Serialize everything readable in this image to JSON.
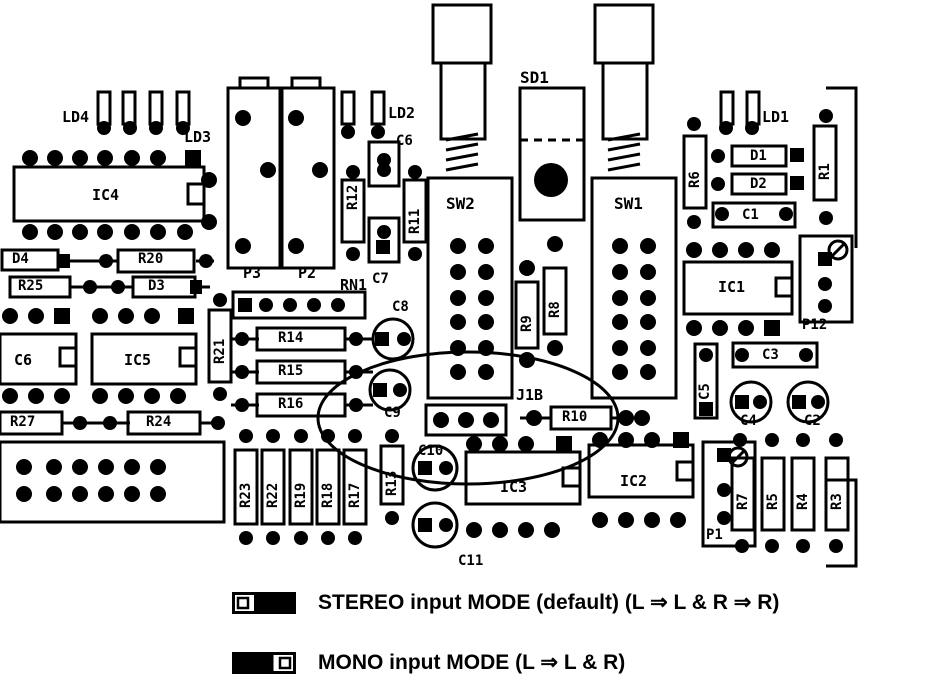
{
  "board_labels": {
    "LD4": "LD4",
    "LD3": "LD3",
    "LD2": "LD2",
    "LD1": "LD1",
    "SD1": "SD1",
    "SW2": "SW2",
    "SW1": "SW1",
    "IC4": "IC4",
    "IC5": "IC5",
    "IC6": "C6",
    "IC1": "IC1",
    "IC2": "IC2",
    "IC3": "IC3",
    "P3": "P3",
    "P2": "P2",
    "P1": "P1",
    "P12": "P12",
    "RN1": "RN1",
    "J1B": "J1B",
    "R1": "R1",
    "R3": "R3",
    "R4": "R4",
    "R5": "R5",
    "R6": "R6",
    "R7": "R7",
    "R8": "R8",
    "R9": "R9",
    "R10": "R10",
    "R11": "R11",
    "R12": "R12",
    "R13": "R13",
    "R14": "R14",
    "R15": "R15",
    "R16": "R16",
    "R17": "R17",
    "R18": "R18",
    "R19": "R19",
    "R20": "R20",
    "R21": "R21",
    "R22": "R22",
    "R23": "R23",
    "R24": "R24",
    "R25": "R25",
    "R27": "R27",
    "C1": "C1",
    "C2": "C2",
    "C3": "C3",
    "C4": "C4",
    "C5": "C5",
    "C6": "C6",
    "C7": "C7",
    "C8": "C8",
    "C9": "C9",
    "C10": "C10",
    "C11": "C11",
    "D1": "D1",
    "D2": "D2",
    "D3": "D3",
    "D4": "D4"
  },
  "legend": {
    "stereo": "STEREO input MODE (default) (L ⇒ L & R ⇒ R)",
    "mono": "MONO input MODE (L ⇒ L & R)"
  }
}
